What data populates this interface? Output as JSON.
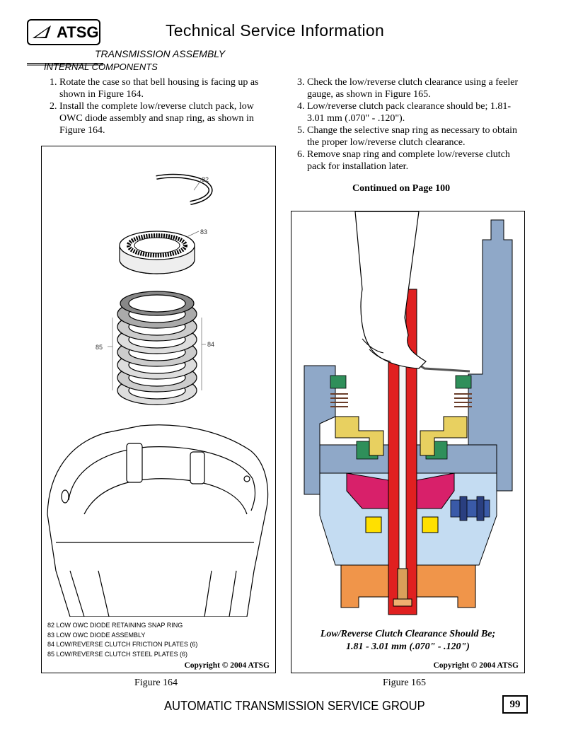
{
  "header": {
    "logo_text": "ATSG",
    "title": "Technical Service Information"
  },
  "section": {
    "title": "TRANSMISSION ASSEMBLY",
    "subtitle": "INTERNAL COMPONENTS"
  },
  "steps_left": [
    "1. Rotate the case so that bell housing is facing up as shown in Figure 164.",
    "2. Install the complete low/reverse clutch pack, low OWC diode assembly and snap ring, as shown in Figure 164."
  ],
  "steps_right": [
    "3. Check the low/reverse clutch clearance using a feeler gauge, as shown in Figure 165.",
    "4. Low/reverse clutch pack clearance should be; 1.81-3.01 mm (.070\" - .120\").",
    "5. Change the selective snap ring as necessary to obtain the proper low/reverse clutch clearance.",
    "6. Remove snap ring and complete low/reverse clutch pack for installation later."
  ],
  "continued": "Continued on Page 100",
  "figure164": {
    "caption": "Figure 164",
    "callouts": [
      "82",
      "83",
      "84",
      "85"
    ],
    "legend": [
      "82 LOW OWC DIODE RETAINING SNAP RING",
      "83 LOW OWC DIODE ASSEMBLY",
      "84 LOW/REVERSE CLUTCH FRICTION PLATES (6)",
      "85 LOW/REVERSE CLUTCH STEEL PLATES (6)"
    ],
    "copyright": "Copyright © 2004 ATSG"
  },
  "figure165": {
    "caption": "Figure 165",
    "note_line1": "Low/Reverse Clutch Clearance Should Be;",
    "note_line2": "1.81 - 3.01 mm (.070\" - .120\")",
    "copyright": "Copyright © 2004 ATSG"
  },
  "footer": {
    "text": "AUTOMATIC TRANSMISSION SERVICE GROUP",
    "page_number": "99"
  },
  "colors": {
    "case_blue": "#8fa8c8",
    "shaft_red": "#e02020",
    "hub_magenta": "#d8206a",
    "base_orange": "#f0954a",
    "spring_green": "#2f8f5a",
    "piston_yellow": "#e8d060",
    "bearing_yellow": "#ffe000",
    "light_blue": "#c4dcf2"
  }
}
